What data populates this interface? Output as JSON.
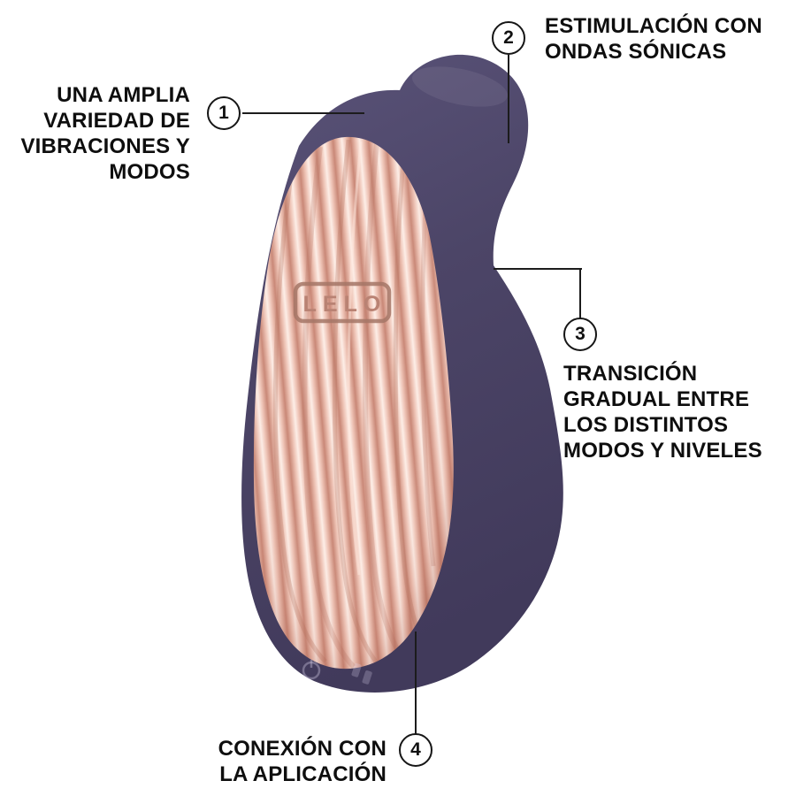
{
  "product": {
    "brand": "LELO",
    "logo_text": "LELO"
  },
  "callouts": [
    {
      "number": "1",
      "text": "UNA AMPLIA\nVARIEDAD DE\nVIBRACIONES Y\nMODOS"
    },
    {
      "number": "2",
      "text": "ESTIMULACIÓN CON\nONDAS SÓNICAS"
    },
    {
      "number": "3",
      "text": "TRANSICIÓN\nGRADUAL ENTRE\nLOS DISTINTOS\nMODOS Y NIVELES"
    },
    {
      "number": "4",
      "text": "CONEXIÓN CON\nLA APLICACIÓN"
    }
  ],
  "colors": {
    "background": "#ffffff",
    "text": "#0e0e0e",
    "body_purple": "#4c4567",
    "face_pink_light": "#fdeee7",
    "face_pink_dark": "#c98877"
  }
}
